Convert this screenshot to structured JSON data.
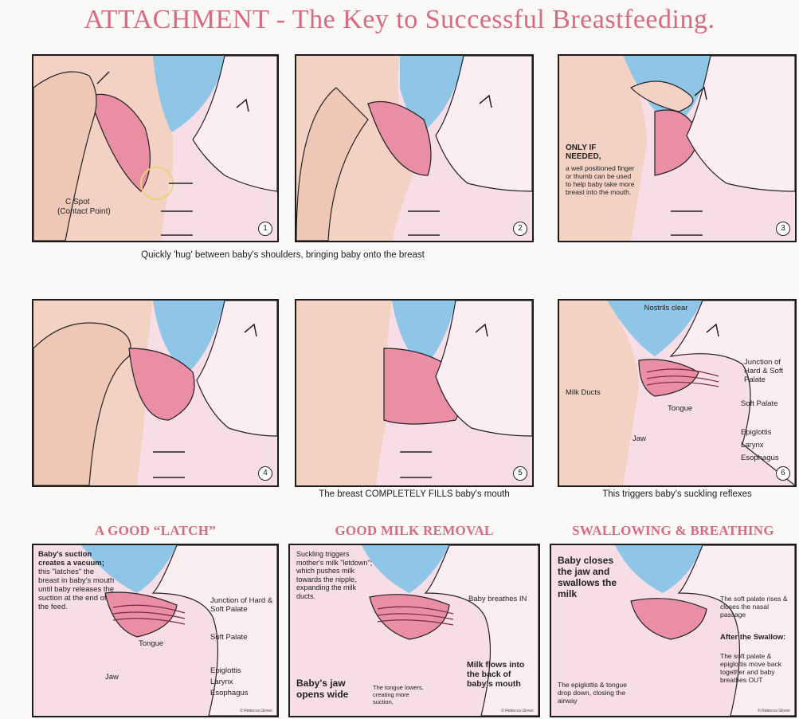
{
  "title": "ATTACHMENT - The Key to Successful Breastfeeding.",
  "panels": {
    "p1": {
      "number": "1",
      "c_spot": "C Spot",
      "contact_point": "(Contact Point)"
    },
    "p2": {
      "number": "2"
    },
    "p3": {
      "number": "3",
      "only_if_needed": "ONLY IF NEEDED,",
      "text": "a well positioned finger or thumb can be used to help baby take more breast into the mouth."
    },
    "p4": {
      "number": "4"
    },
    "p5": {
      "number": "5"
    },
    "p6": {
      "number": "6",
      "nostrils": "Nostrils clear",
      "junction": "Junction of Hard & Soft Palate",
      "milk_ducts": "Milk Ducts",
      "soft_palate": "Soft Palate",
      "tongue": "Tongue",
      "jaw": "Jaw",
      "epiglottis": "Epiglottis",
      "larynx": "Larynx",
      "esophagus": "Esophagus"
    }
  },
  "captions": {
    "row1": "Quickly 'hug' between baby's shoulders, bringing baby onto the breast",
    "row2_mid": "The breast COMPLETELY FILLS baby's mouth",
    "row2_right": "This triggers baby's suckling reflexes"
  },
  "sections": {
    "latch": {
      "heading": "A GOOD “LATCH”",
      "suction_bold": "Baby's suction creates a vacuum;",
      "suction_text": "this \"latches\" the breast in baby's mouth until baby releases the suction at the end of the feed.",
      "junction": "Junction of Hard & Soft Palate",
      "soft_palate": "Soft Palate",
      "tongue": "Tongue",
      "jaw": "Jaw",
      "epiglottis": "Epiglottis",
      "larynx": "Larynx",
      "esophagus": "Esophagus",
      "credit": "© Rebecca Glover"
    },
    "milk": {
      "heading": "GOOD MILK REMOVAL",
      "suckling_text": "Suckling triggers mother's milk \"letdown\"; which pushes milk towards the nipple, expanding the milk ducts.",
      "breathes_in": "Baby breathes IN",
      "flows": "Milk flows into the back of baby's mouth",
      "jaw_opens": "Baby's jaw opens wide",
      "tongue_lowers": "The tongue lowers, creating more suction,",
      "credit": "© Rebecca Glover"
    },
    "swallow": {
      "heading": "SWALLOWING & BREATHING",
      "closes": "Baby closes the jaw and swallows the milk",
      "soft_rises": "The soft palate rises & closes the nasal passage",
      "after_bold": "After the Swallow:",
      "after_text": "The soft palate & epiglottis move back together and baby breathes OUT",
      "epiglottis_drop": "The epiglottis & tongue drop down, closing the airway",
      "credit": "© Rebecca Glover"
    }
  },
  "colors": {
    "title_pink": "#d96a86",
    "breast_pink": "#e98ea4",
    "sky_blue": "#8fc5e6",
    "skin": "#f6dde6",
    "hand": "#f3d2c4"
  }
}
